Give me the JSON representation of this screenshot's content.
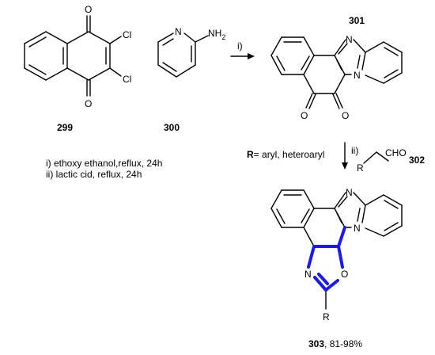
{
  "compounds": {
    "c299": "299",
    "c300": "300",
    "c301": "301",
    "c302": "302",
    "c303": "303"
  },
  "atoms": {
    "O": "O",
    "Cl": "Cl",
    "N": "N",
    "NH": "NH",
    "sub2": "2",
    "R": "R",
    "CHO": "CHO"
  },
  "conditions": {
    "step_i_marker": "i)",
    "step_ii_marker": "ii)",
    "step_i": "i) ethoxy ethanol,reflux, 24h",
    "step_ii": "ii) lactic cid, reflux, 24h"
  },
  "r_definition": {
    "label": "R",
    "text": "= aryl, heteroaryl"
  },
  "yield": ", 81-98%",
  "colors": {
    "highlight": "#1a1af0",
    "ink": "#000000"
  }
}
